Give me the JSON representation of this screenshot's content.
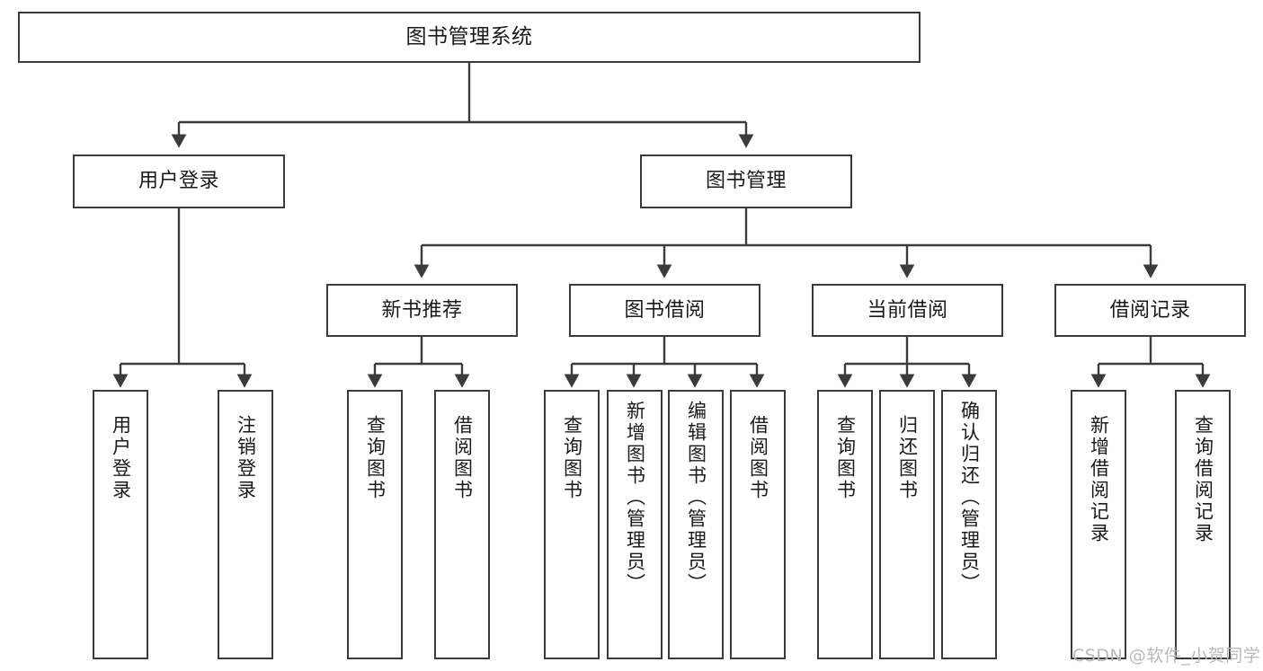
{
  "diagram": {
    "title": "图书管理系统",
    "type": "tree",
    "stroke_color": "#3b3b3b",
    "background_color": "#ffffff",
    "text_color": "#1a1a1a"
  },
  "nodes": {
    "root": {
      "label": "图书管理系统"
    },
    "level2": [
      {
        "label": "用户登录"
      },
      {
        "label": "图书管理"
      }
    ],
    "level3": [
      {
        "label": "新书推荐"
      },
      {
        "label": "图书借阅"
      },
      {
        "label": "当前借阅"
      },
      {
        "label": "借阅记录"
      }
    ],
    "leaves": {
      "user_login": [
        {
          "label": "用户登录"
        },
        {
          "label": "注销登录"
        }
      ],
      "new_book_recommend": [
        {
          "label": "查询图书"
        },
        {
          "label": "借阅图书"
        }
      ],
      "book_borrow": [
        {
          "label": "查询图书"
        },
        {
          "label": "新增图书（管理员）"
        },
        {
          "label": "编辑图书（管理员）"
        },
        {
          "label": "借阅图书"
        }
      ],
      "current_borrow": [
        {
          "label": "查询图书"
        },
        {
          "label": "归还图书"
        },
        {
          "label": "确认归还（管理员）"
        }
      ],
      "borrow_record": [
        {
          "label": "新增借阅记录"
        },
        {
          "label": "查询借阅记录"
        }
      ]
    }
  },
  "watermark": {
    "text": "CSDN @软件_小贺同学"
  }
}
